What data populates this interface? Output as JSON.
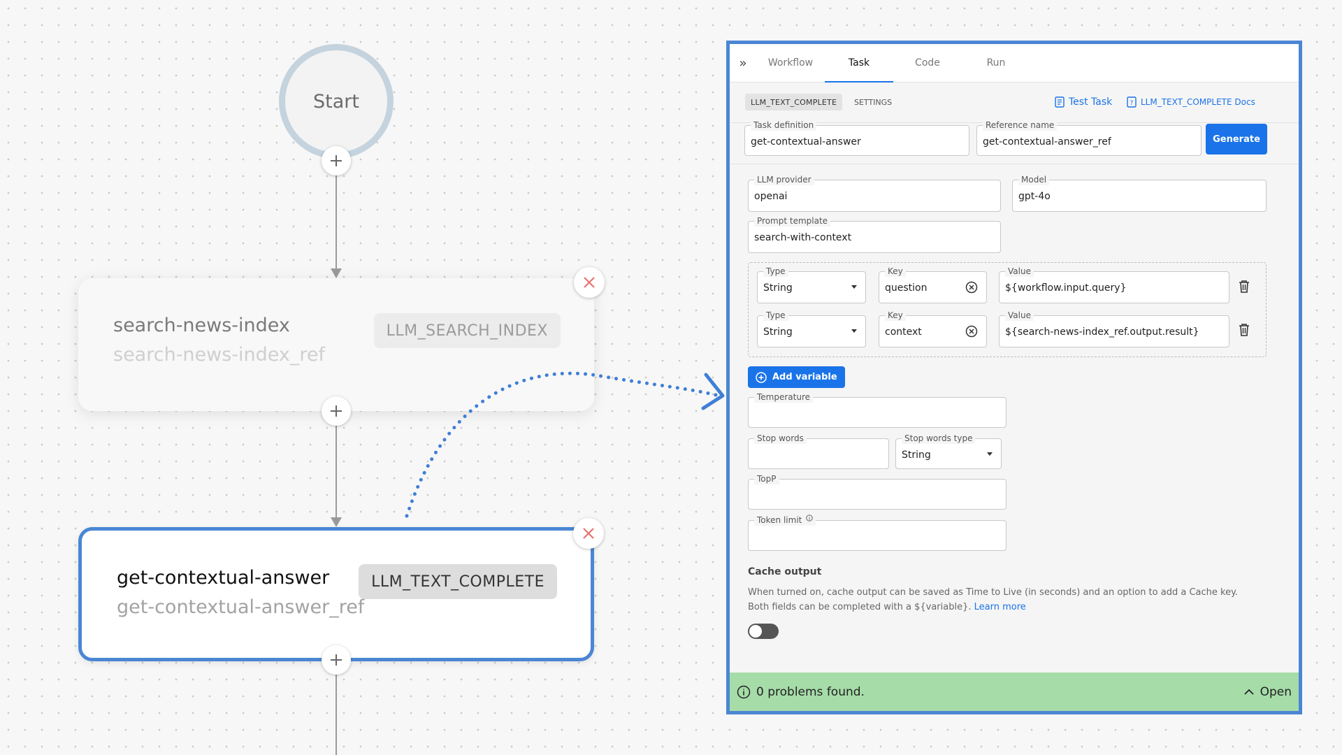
{
  "canvas": {
    "start_label": "Start",
    "tasks": [
      {
        "name": "search-news-index",
        "ref": "search-news-index_ref",
        "type": "LLM_SEARCH_INDEX"
      },
      {
        "name": "get-contextual-answer",
        "ref": "get-contextual-answer_ref",
        "type": "LLM_TEXT_COMPLETE"
      }
    ]
  },
  "panel": {
    "tabs": [
      {
        "label": "Workflow"
      },
      {
        "label": "Task"
      },
      {
        "label": "Code"
      },
      {
        "label": "Run"
      }
    ],
    "active_tab": "Task",
    "subbar": {
      "chip": "LLM_TEXT_COMPLETE",
      "settings": "SETTINGS",
      "test_task": "Test Task",
      "docs": "LLM_TEXT_COMPLETE Docs"
    },
    "task_definition": {
      "label": "Task definition",
      "value": "get-contextual-answer"
    },
    "reference_name": {
      "label": "Reference name",
      "value": "get-contextual-answer_ref"
    },
    "generate_label": "Generate",
    "llm_provider": {
      "label": "LLM provider",
      "value": "openai"
    },
    "model": {
      "label": "Model",
      "value": "gpt-4o"
    },
    "prompt_template": {
      "label": "Prompt template",
      "value": "search-with-context"
    },
    "variables": [
      {
        "type_label": "Type",
        "type": "String",
        "key_label": "Key",
        "key": "question",
        "value_label": "Value",
        "value": "${workflow.input.query}"
      },
      {
        "type_label": "Type",
        "type": "String",
        "key_label": "Key",
        "key": "context",
        "value_label": "Value",
        "value": "${search-news-index_ref.output.result}"
      }
    ],
    "add_variable_label": "Add variable",
    "temperature": {
      "label": "Temperature",
      "value": ""
    },
    "stop_words": {
      "label": "Stop words",
      "value": ""
    },
    "stop_words_type": {
      "label": "Stop words type",
      "value": "String"
    },
    "top_p": {
      "label": "TopP",
      "value": ""
    },
    "token_limit": {
      "label": "Token limit",
      "value": ""
    },
    "cache": {
      "title": "Cache output",
      "description_1": "When turned on, cache output can be saved as Time to Live (in seconds) and an option to add a Cache key.",
      "description_2": "Both fields can be completed with a ${variable}.",
      "learn_more": "Learn more",
      "enabled": false
    },
    "problems": {
      "text": "0 problems found.",
      "open_label": "Open"
    }
  },
  "colors": {
    "accent": "#1a73e8",
    "selection_border": "#4a86d4",
    "problems_bar": "#a6dca8",
    "close_icon": "#e57373"
  }
}
